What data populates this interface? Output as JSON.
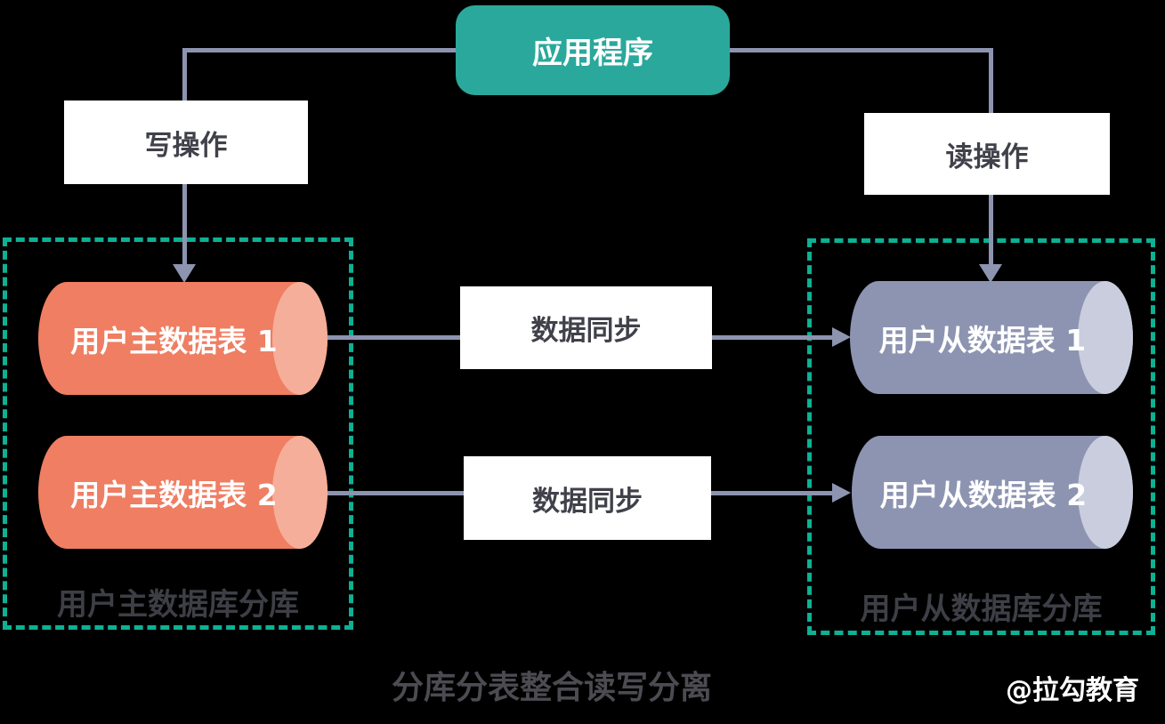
{
  "diagram": {
    "title_caption": "分库分表整合读写分离",
    "watermark": "@拉勾教育",
    "app": {
      "label": "应用程序"
    },
    "write": {
      "label": "写操作"
    },
    "read": {
      "label": "读操作"
    },
    "sync": {
      "labels": [
        "数据同步",
        "数据同步"
      ]
    },
    "master_group": {
      "label": "用户主数据库分库",
      "tables": [
        {
          "label": "用户主数据表 1"
        },
        {
          "label": "用户主数据表 2"
        }
      ]
    },
    "slave_group": {
      "label": "用户从数据库分库",
      "tables": [
        {
          "label": "用户从数据表 1"
        },
        {
          "label": "用户从数据表 2"
        }
      ]
    }
  },
  "colors": {
    "background": "#000000",
    "app_box_fill": "#2aa89b",
    "dashed_group_border": "#0db194",
    "connector": "#8d94b0",
    "master_cylinder_body": "#ef7e62",
    "master_cylinder_cap": "#f5ae99",
    "slave_cylinder_body": "#8d94b1",
    "slave_cylinder_cap": "#c9cdde",
    "label_box_fill": "#ffffff",
    "label_box_text": "#40414a",
    "group_label_text": "#3e3f46",
    "caption_text": "#4b4b51",
    "watermark_text": "#ffffff"
  }
}
